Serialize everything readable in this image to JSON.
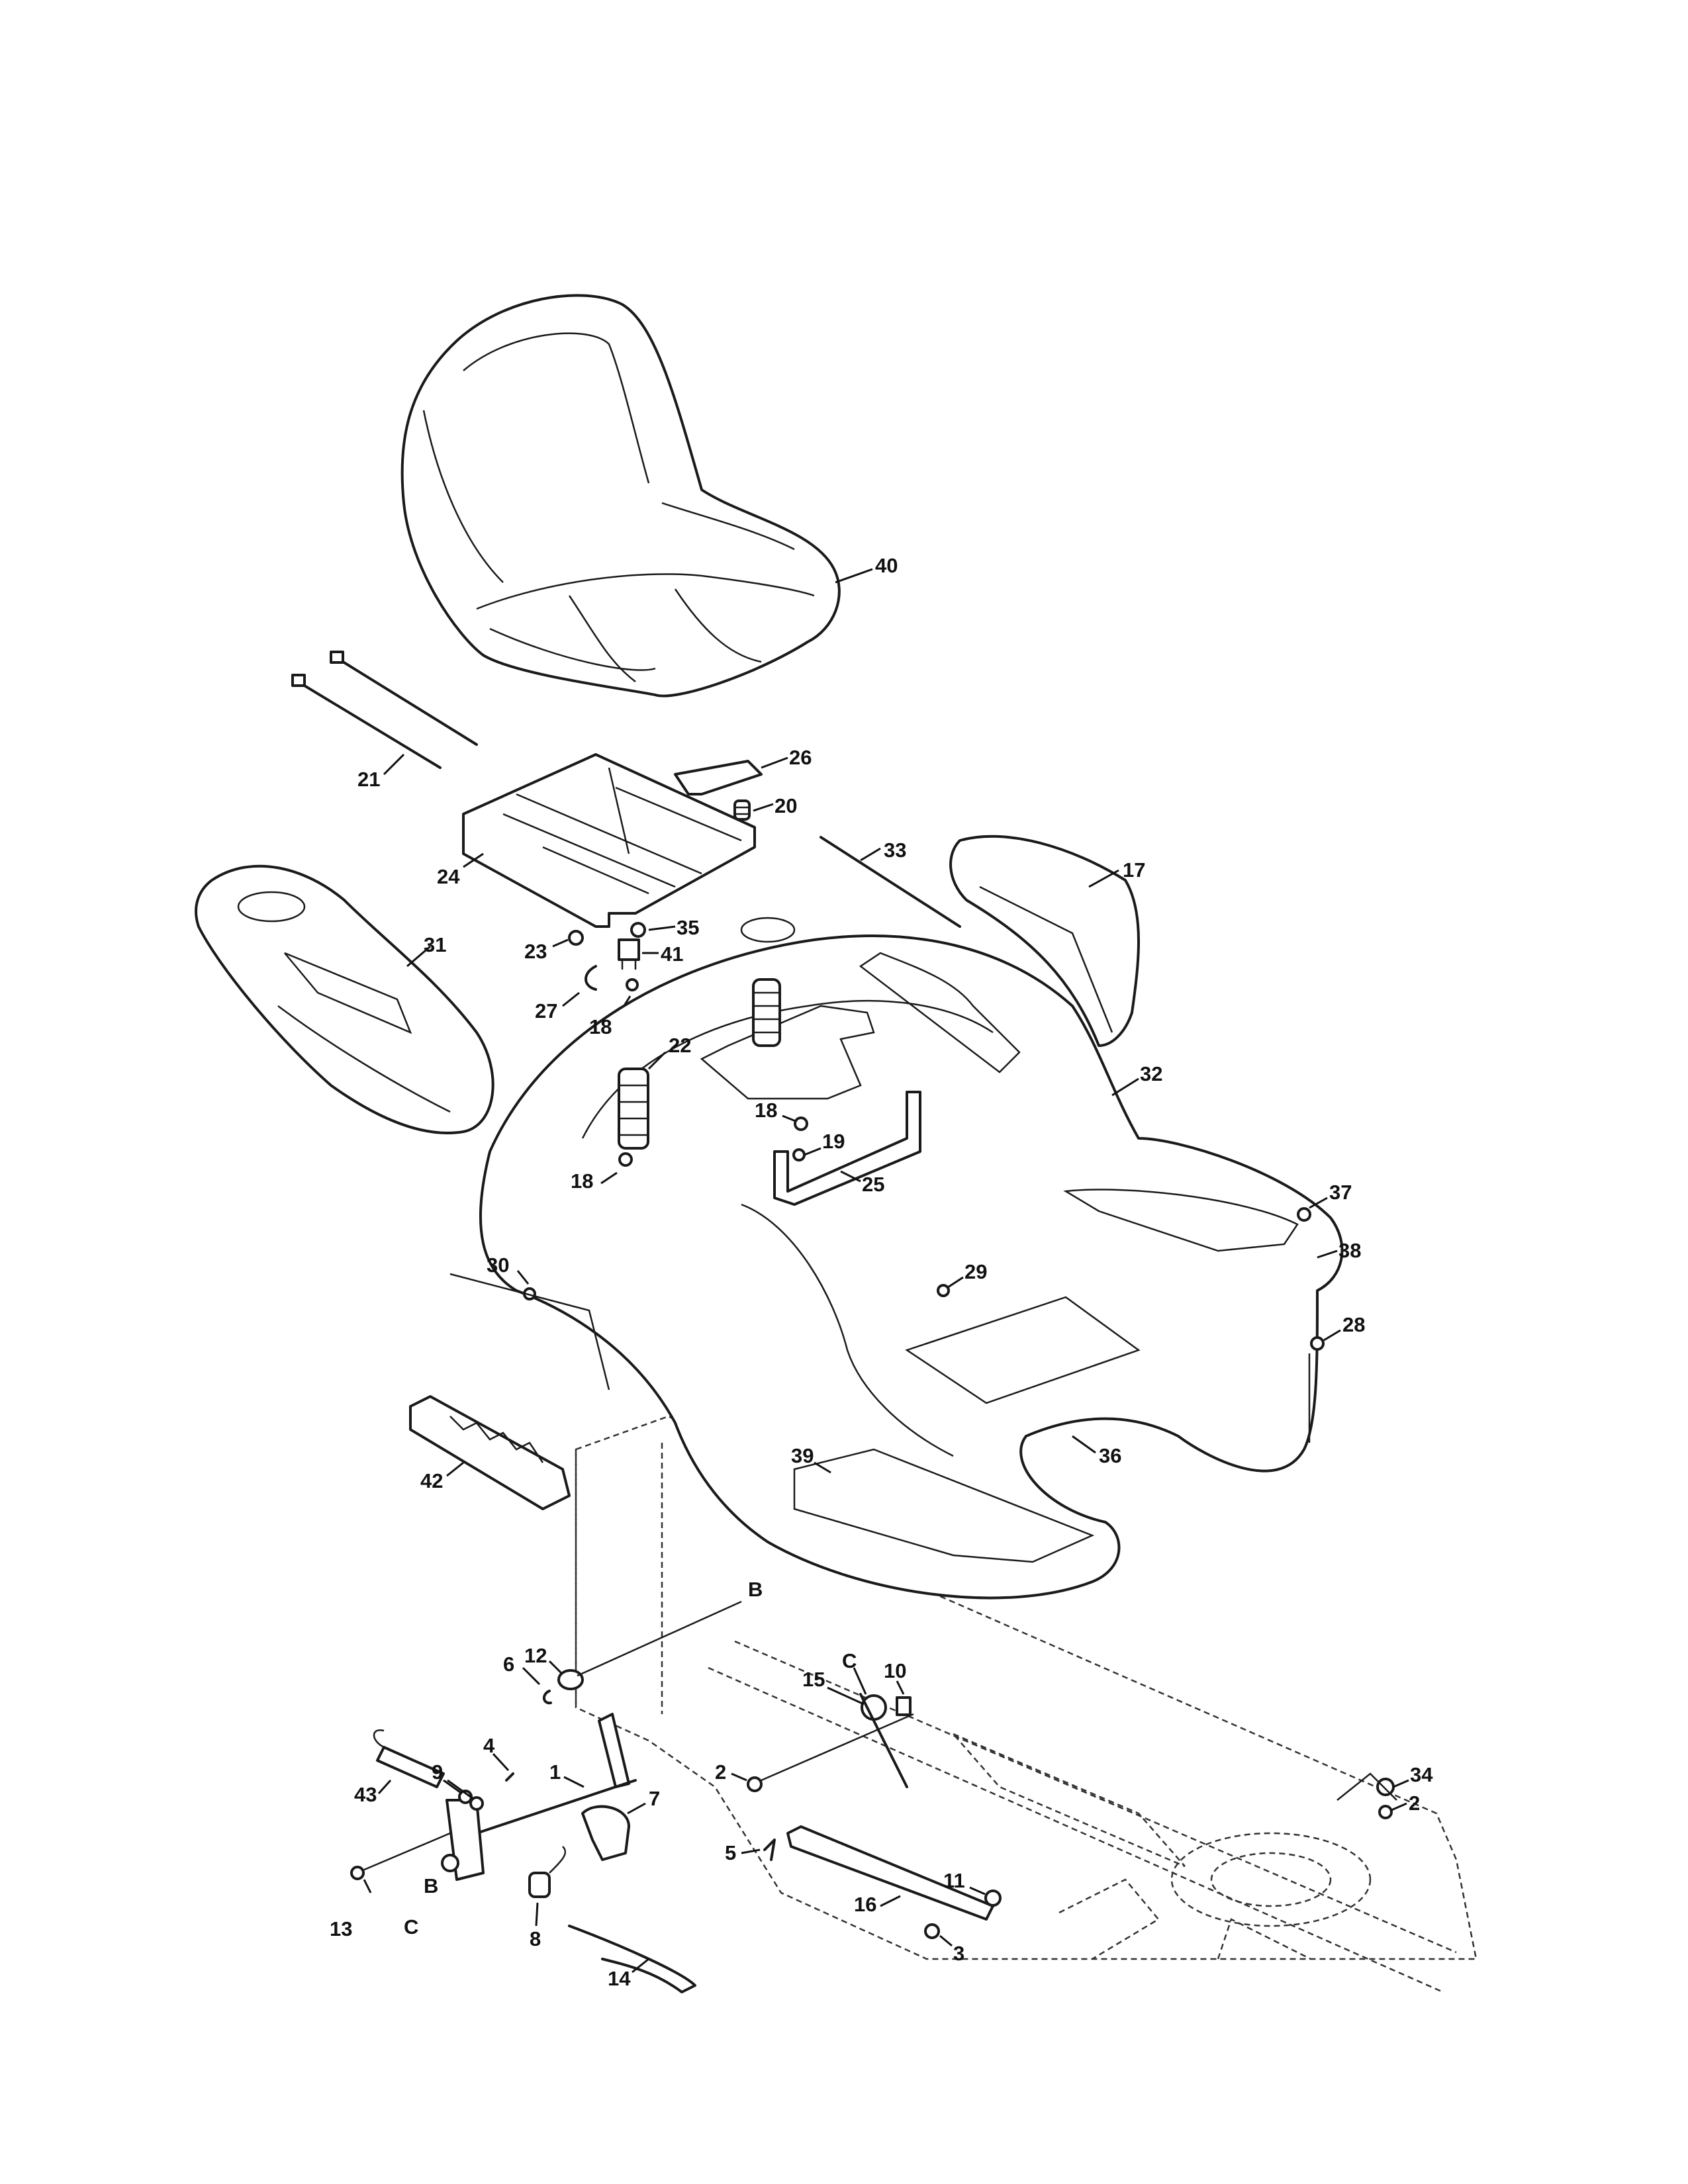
{
  "callouts": [
    {
      "id": "c40",
      "label": "40"
    },
    {
      "id": "c21",
      "label": "21"
    },
    {
      "id": "c26",
      "label": "26"
    },
    {
      "id": "c20",
      "label": "20"
    },
    {
      "id": "c24",
      "label": "24"
    },
    {
      "id": "c33",
      "label": "33"
    },
    {
      "id": "c17",
      "label": "17"
    },
    {
      "id": "c31",
      "label": "31"
    },
    {
      "id": "c35",
      "label": "35"
    },
    {
      "id": "c23",
      "label": "23"
    },
    {
      "id": "c41",
      "label": "41"
    },
    {
      "id": "c27",
      "label": "27"
    },
    {
      "id": "c18a",
      "label": "18"
    },
    {
      "id": "c22",
      "label": "22"
    },
    {
      "id": "c32",
      "label": "32"
    },
    {
      "id": "c18b",
      "label": "18"
    },
    {
      "id": "c19",
      "label": "19"
    },
    {
      "id": "c18c",
      "label": "18"
    },
    {
      "id": "c25",
      "label": "25"
    },
    {
      "id": "c37",
      "label": "37"
    },
    {
      "id": "c38",
      "label": "38"
    },
    {
      "id": "c30",
      "label": "30"
    },
    {
      "id": "c29",
      "label": "29"
    },
    {
      "id": "c28",
      "label": "28"
    },
    {
      "id": "c36",
      "label": "36"
    },
    {
      "id": "c42",
      "label": "42"
    },
    {
      "id": "c39",
      "label": "39"
    },
    {
      "id": "cB1",
      "label": "B"
    },
    {
      "id": "c12",
      "label": "12"
    },
    {
      "id": "c6",
      "label": "6"
    },
    {
      "id": "cC1",
      "label": "C"
    },
    {
      "id": "c10",
      "label": "10"
    },
    {
      "id": "c15",
      "label": "15"
    },
    {
      "id": "c9",
      "label": "9"
    },
    {
      "id": "c4",
      "label": "4"
    },
    {
      "id": "c43",
      "label": "43"
    },
    {
      "id": "c1",
      "label": "1"
    },
    {
      "id": "c2a",
      "label": "2"
    },
    {
      "id": "c7",
      "label": "7"
    },
    {
      "id": "c34",
      "label": "34"
    },
    {
      "id": "c2b",
      "label": "2"
    },
    {
      "id": "c5",
      "label": "5"
    },
    {
      "id": "c11",
      "label": "11"
    },
    {
      "id": "cB2",
      "label": "B"
    },
    {
      "id": "c8",
      "label": "8"
    },
    {
      "id": "c16",
      "label": "16"
    },
    {
      "id": "c3",
      "label": "3"
    },
    {
      "id": "c13",
      "label": "13"
    },
    {
      "id": "cC2",
      "label": "C"
    },
    {
      "id": "c14",
      "label": "14"
    }
  ]
}
